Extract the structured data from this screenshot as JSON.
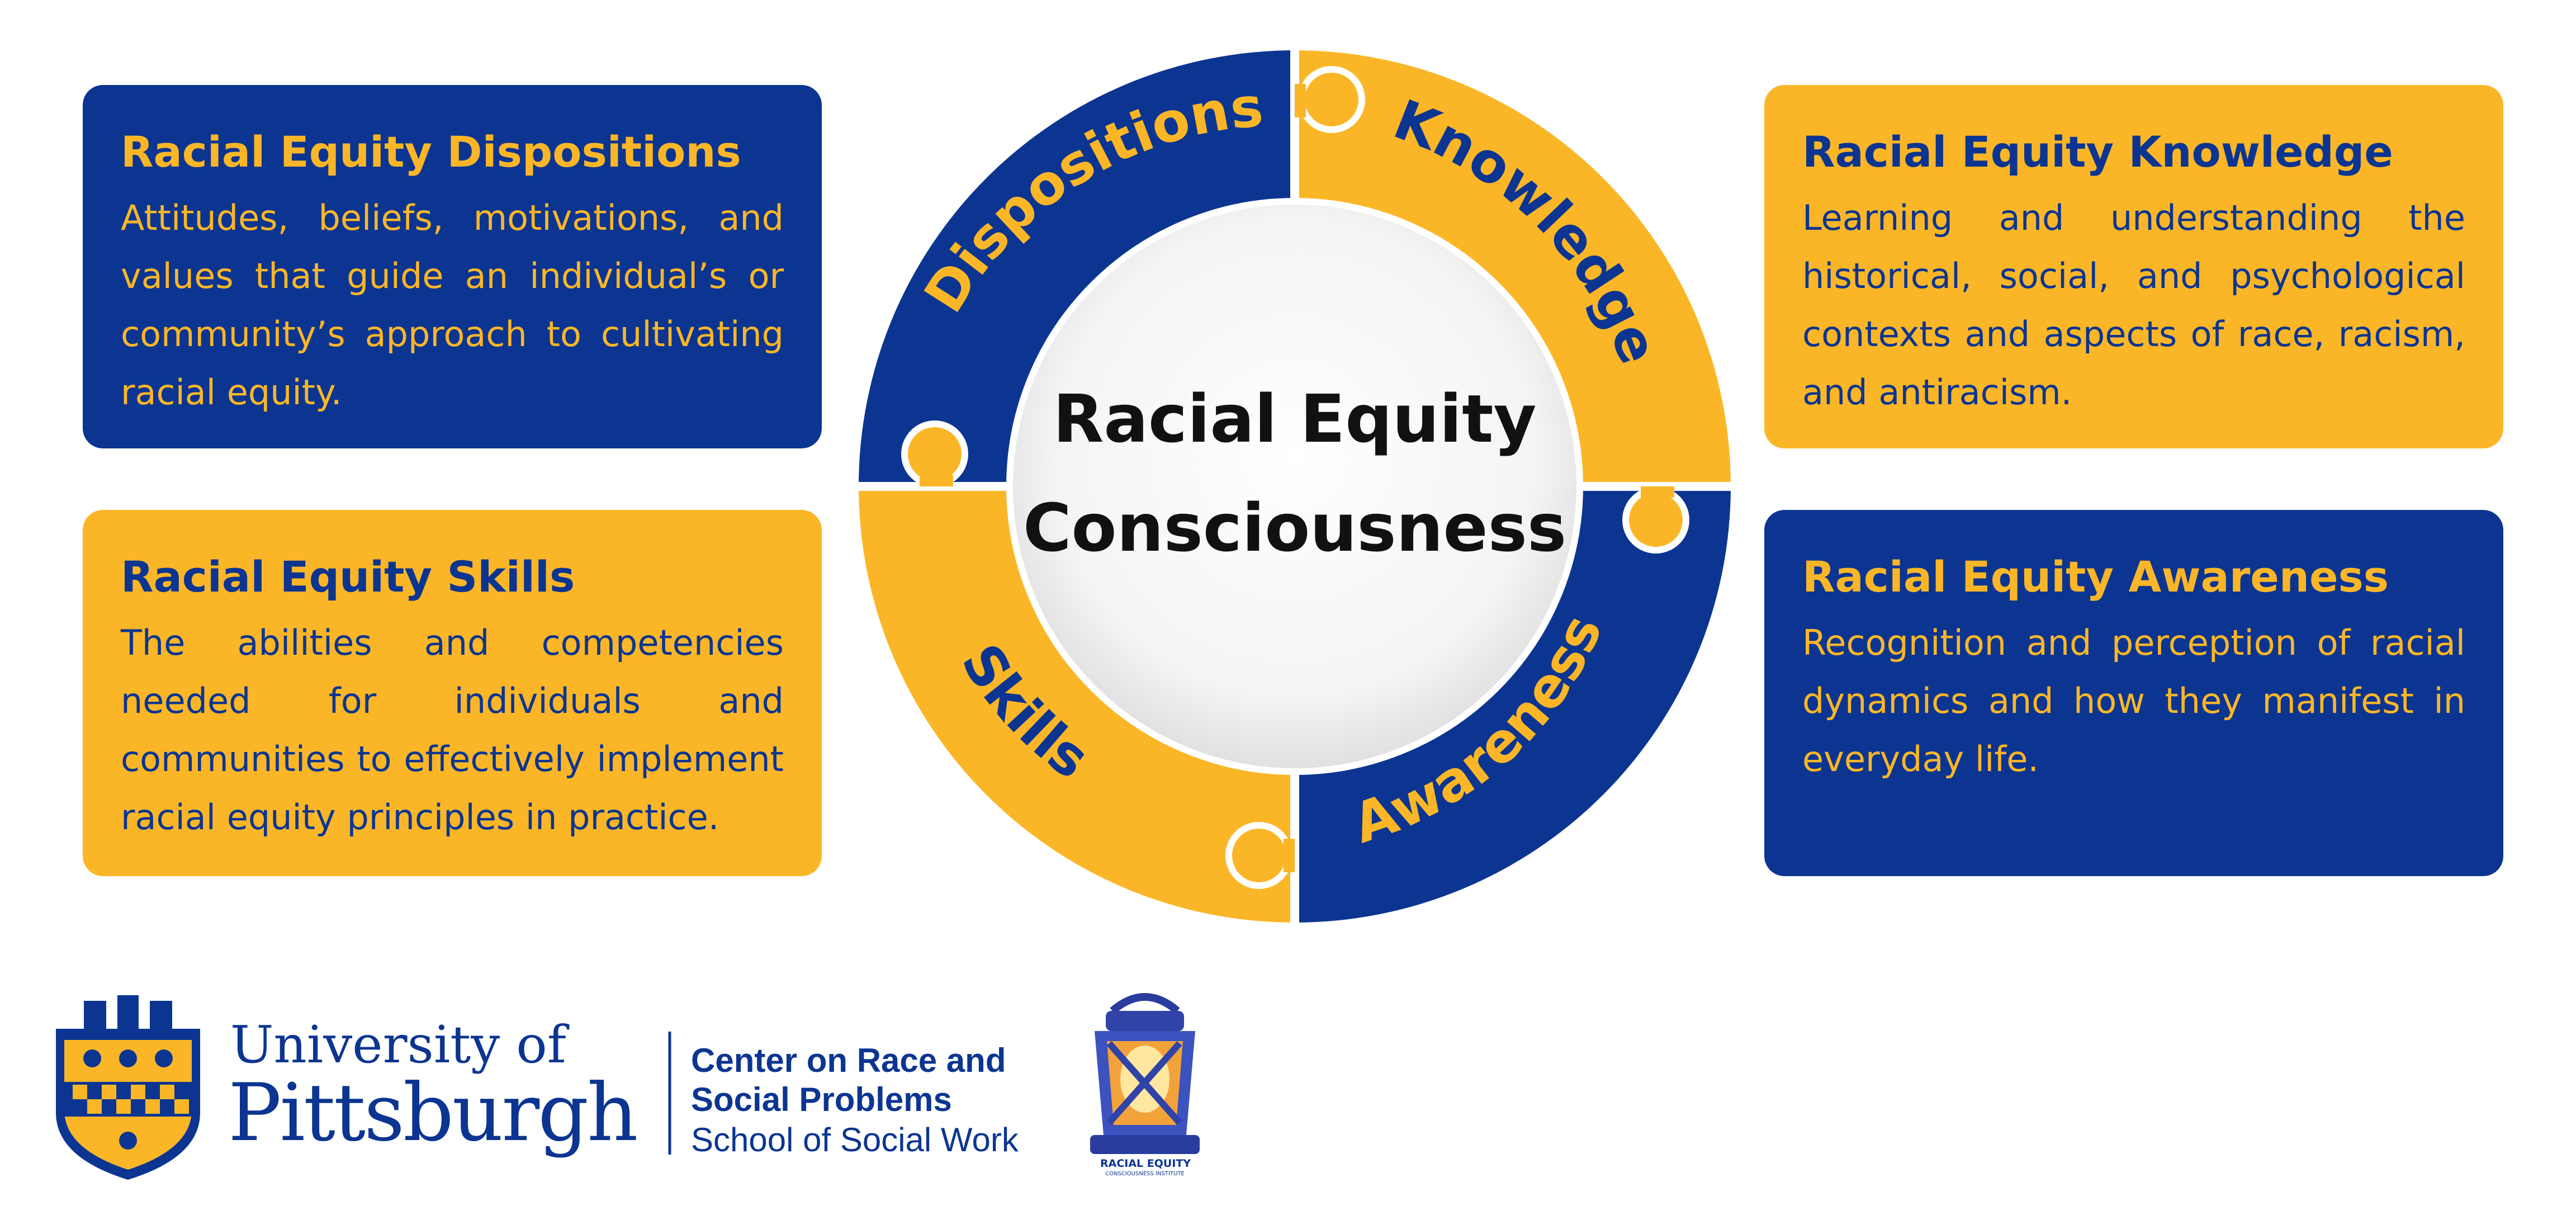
{
  "colors": {
    "navy": "#0c3591",
    "gold": "#fbb627",
    "white": "#ffffff",
    "black": "#111111"
  },
  "cards": {
    "dispositions": {
      "title": "Racial Equity Dispositions",
      "body": "Attitudes, beliefs, motivations, and values that guide an individual’s or community’s approach to cultivating racial equity."
    },
    "knowledge": {
      "title": "Racial Equity Knowledge",
      "body": "Learning and understanding the historical, social, and psychological contexts and aspects of race, racism, and antiracism."
    },
    "skills": {
      "title": "Racial Equity Skills",
      "body": "The abilities and competencies needed for individuals and communities to effectively implement racial equity principles in practice."
    },
    "awareness": {
      "title": "Racial Equity Awareness",
      "body": "Recognition and perception of racial dynamics and how they manifest in everyday life."
    }
  },
  "ring": {
    "dispositions": "Dispositions",
    "knowledge": "Knowledge",
    "skills": "Skills",
    "awareness": "Awareness"
  },
  "center": {
    "line1": "Racial Equity",
    "line2": "Consciousness"
  },
  "footer": {
    "university_line1": "University of",
    "university_line2": "Pittsburgh",
    "center_line1": "Center on Race and",
    "center_line2": "Social Problems",
    "school": "School of Social Work",
    "lantern_line1": "RACIAL EQUITY",
    "lantern_line2": "CONSCIOUSNESS INSTITUTE"
  }
}
